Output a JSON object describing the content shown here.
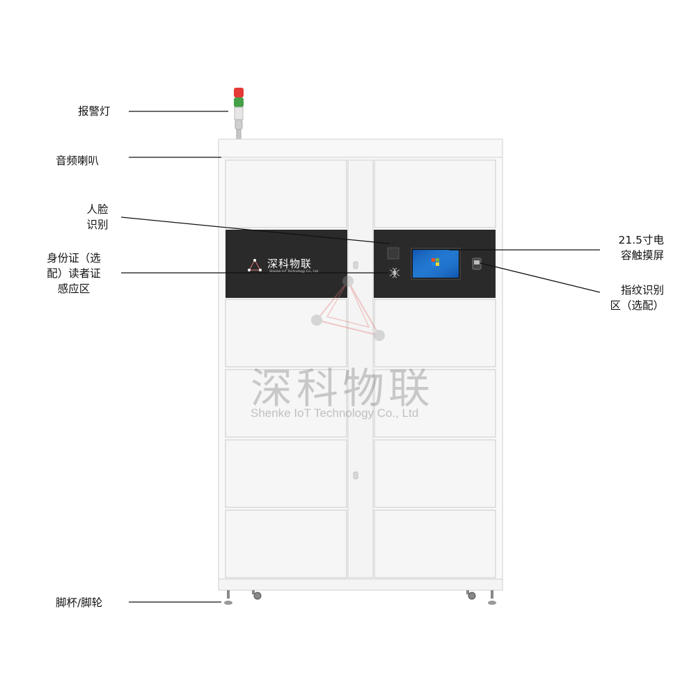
{
  "labels": {
    "alarm_light": "报警灯",
    "speaker": "音频喇叭",
    "face_recognition": [
      "人脸",
      "识别"
    ],
    "id_card_reader": [
      "身份证（选",
      "配）读者证",
      "感应区"
    ],
    "touch_screen": [
      "21.5寸电",
      "容触摸屏"
    ],
    "fingerprint": [
      "指纹识别",
      "区（选配）"
    ],
    "feet_wheels": "脚杯/脚轮"
  },
  "cabinet": {
    "brand_name": "深科物联",
    "brand_sub": "Shenke IoT Technology Co., Ltd"
  },
  "watermark": {
    "name": "深科物联",
    "subtitle": "Shenke IoT Technology Co., Ltd"
  },
  "colors": {
    "cabinet_body": "#f7f7f7",
    "panel_dark": "#2a2a2a",
    "alarm_red": "#e53935",
    "alarm_green": "#43a047",
    "screen_blue": "#1565c0",
    "watermark_red": "#e57373"
  }
}
